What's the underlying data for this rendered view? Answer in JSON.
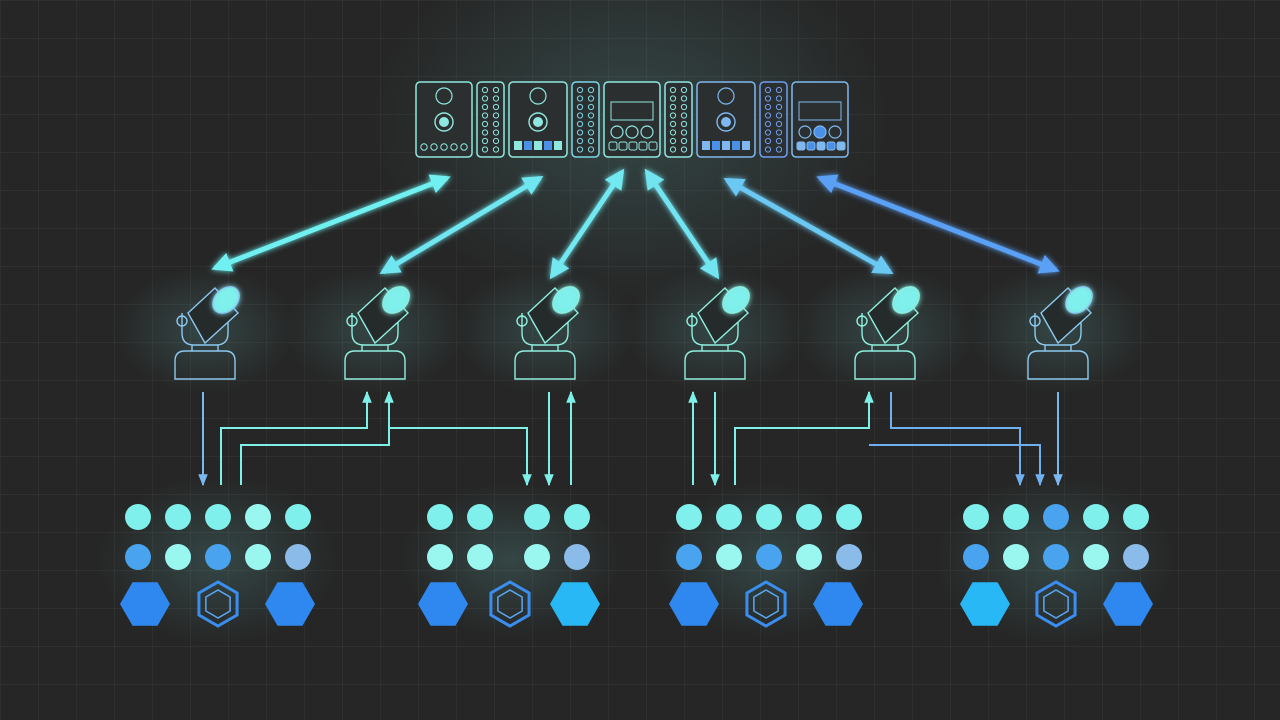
{
  "colors": {
    "background": "#262626",
    "cyan": "#7ff0ec",
    "mint": "#9af7f0",
    "blue": "#4aa3ee",
    "pale_blue": "#8bbbe8",
    "hex_blue": "#2f88ef",
    "hex_sky": "#27b8f5",
    "arrow_gradient": [
      "#6ff0f0",
      "#5aa0f5"
    ]
  },
  "controller": {
    "icon": "modular-controller-rack",
    "modules": [
      "knob-module",
      "jack-strip",
      "knob-module",
      "jack-strip",
      "display-module",
      "jack-strip",
      "knob-module",
      "jack-strip",
      "display-module"
    ]
  },
  "fixtures": {
    "icon": "moving-head-light",
    "count": 6
  },
  "link_arrows": {
    "icon": "bidirectional-arrow",
    "count": 6
  },
  "groups": [
    {
      "row1": [
        "cyan",
        "cyan",
        "cyan",
        "mint",
        "cyan"
      ],
      "row2": [
        "blue",
        "mint",
        "blue",
        "mint",
        "pale_blue"
      ],
      "hexes": [
        "hex_blue",
        "outline",
        "hex_blue"
      ]
    },
    {
      "row1": [
        "cyan",
        "cyan",
        null,
        "cyan",
        "cyan"
      ],
      "row2": [
        "mint",
        "mint",
        null,
        "mint",
        "pale_blue"
      ],
      "hexes": [
        "hex_blue",
        "outline",
        "hex_sky"
      ]
    },
    {
      "row1": [
        "cyan",
        "cyan",
        "cyan",
        "cyan",
        "cyan"
      ],
      "row2": [
        "blue",
        "mint",
        "blue",
        "mint",
        "pale_blue"
      ],
      "hexes": [
        "hex_blue",
        "outline",
        "hex_blue"
      ]
    },
    {
      "row1": [
        "cyan",
        "cyan",
        "blue",
        "cyan",
        "cyan"
      ],
      "row2": [
        "blue",
        "mint",
        "blue",
        "mint",
        "pale_blue"
      ],
      "hexes": [
        "hex_sky",
        "outline",
        "hex_blue"
      ]
    }
  ]
}
